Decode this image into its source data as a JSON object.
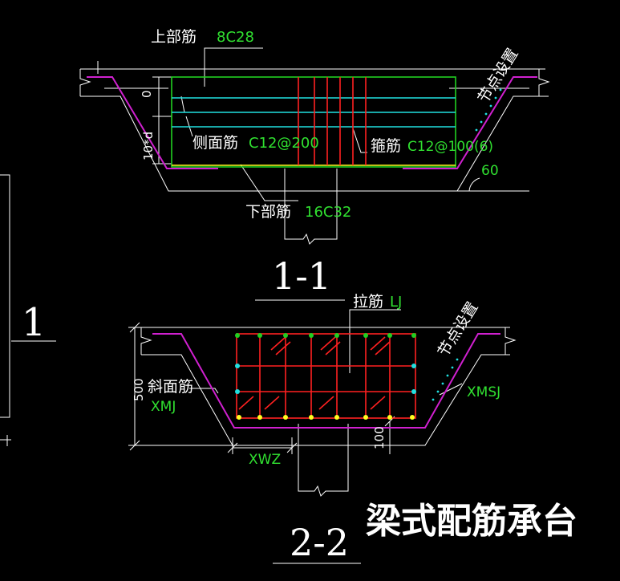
{
  "colors": {
    "background": "#000000",
    "line": "#ffffff",
    "rebar_red": "#ff2020",
    "rebar_green": "#20d020",
    "rebar_cyan": "#20e0e0",
    "rebar_yellow": "#ffff20",
    "rebar_magenta": "#d020d0",
    "text_white": "#ffffff",
    "text_green": "#30e030"
  },
  "section_11": {
    "top_bar_label": "上部筋",
    "top_bar_value": "8C28",
    "side_bar_label": "侧面筋",
    "side_bar_value": "C12@200",
    "stirrup_label": "箍筋",
    "stirrup_value": "C12@100(6)",
    "bottom_bar_label": "下部筋",
    "bottom_bar_value": "16C32",
    "node_text": "节点设置",
    "angle_text": "60",
    "dim_zero": "0",
    "dim_10d": "10*d",
    "title": "1-1"
  },
  "section_22": {
    "tie_label": "拉筋",
    "tie_value": "LJ",
    "node_text": "节点设置",
    "slope_label": "斜面筋",
    "slope_value": "XMJ",
    "slope_side_value": "XMSJ",
    "bottom_value": "XWZ",
    "dim_500": "500",
    "dim_100": "100",
    "title": "2-2"
  },
  "left_title": "1",
  "main_title": "梁式配筋承台"
}
